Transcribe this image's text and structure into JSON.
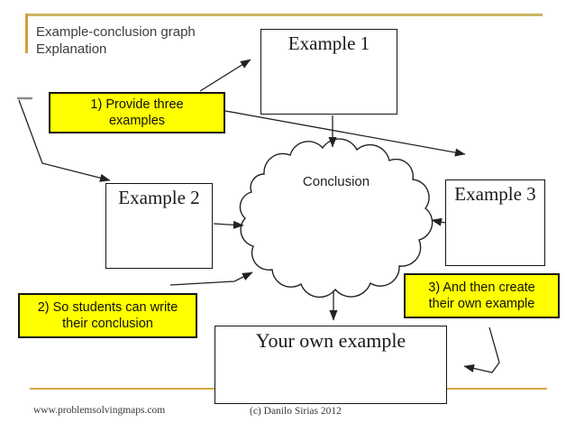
{
  "slide": {
    "title": "Example-conclusion graph\nExplanation",
    "footer": {
      "website": "www.problemsolvingmaps.com",
      "copyright": "(c) Danilo Sirias 2012"
    },
    "colors": {
      "callout_bg": "#ffff00",
      "callout_border": "#151515",
      "node_border": "#151515",
      "title_rule": "#c9b564",
      "title_rule_vertical": "#d19f3e",
      "footer_rule": "#d6a942",
      "connector": "#222222"
    }
  },
  "nodes": {
    "example1": {
      "label": "Example 1"
    },
    "example2": {
      "label": "Example 2"
    },
    "example3": {
      "label": "Example 3"
    },
    "conclusion": {
      "label": "Conclusion"
    },
    "your_own_example": {
      "label": "Your own example"
    }
  },
  "callouts": {
    "step1": {
      "label": "1) Provide three\nexamples"
    },
    "step2": {
      "label": "2) So students can write\ntheir conclusion"
    },
    "step3": {
      "label": "3) And then create\ntheir own example"
    }
  }
}
